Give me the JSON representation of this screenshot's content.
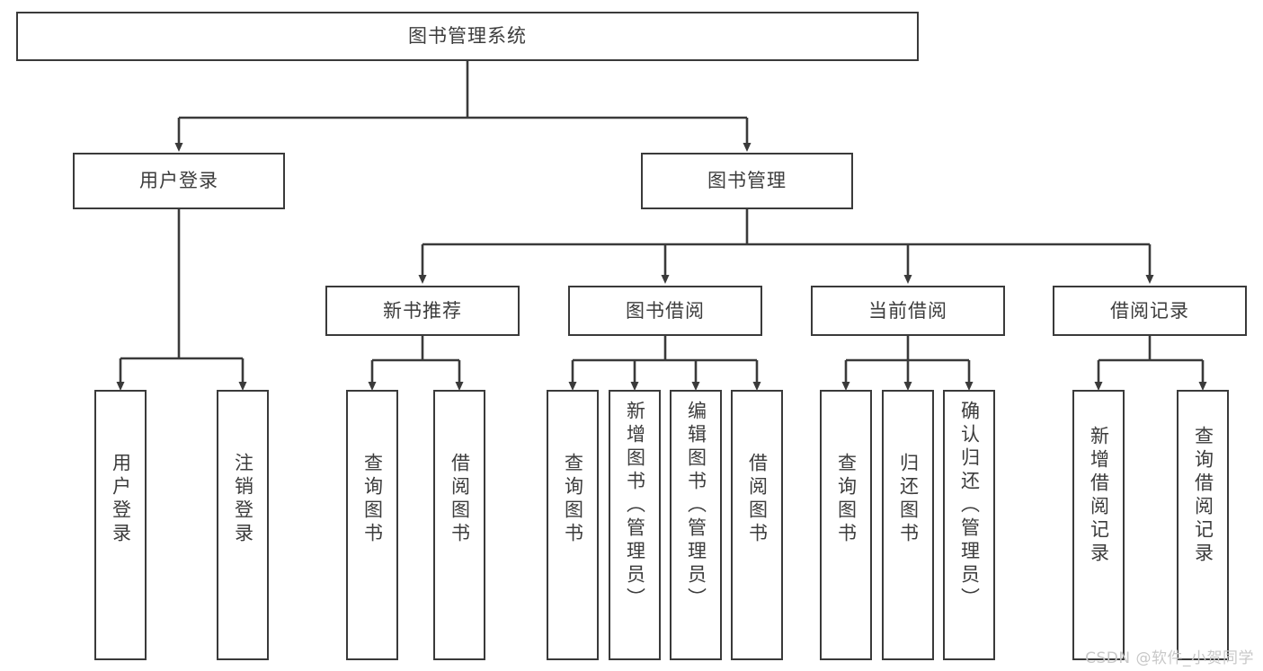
{
  "diagram": {
    "type": "tree",
    "title": "图书管理系统",
    "orientation": "top-down",
    "colors": {
      "box_border": "#3a3a3a",
      "box_fill": "#ffffff",
      "connector": "#3a3a3a",
      "text": "#3c3c3c",
      "watermark": "#c8c8c8",
      "background": "#ffffff"
    },
    "root": {
      "id": "root",
      "label": "图书管理系统"
    },
    "level2": [
      {
        "id": "user-login",
        "label": "用户登录"
      },
      {
        "id": "book-manage",
        "label": "图书管理"
      }
    ],
    "level3": [
      {
        "id": "new-book-recommend",
        "label": "新书推荐",
        "parent": "book-manage"
      },
      {
        "id": "book-borrow",
        "label": "图书借阅",
        "parent": "book-manage"
      },
      {
        "id": "current-borrow",
        "label": "当前借阅",
        "parent": "book-manage"
      },
      {
        "id": "borrow-record",
        "label": "借阅记录",
        "parent": "book-manage"
      }
    ],
    "leaves": {
      "user-login": [
        {
          "id": "leaf-user-login",
          "label": "用户登录"
        },
        {
          "id": "leaf-user-logout",
          "label": "注销登录"
        }
      ],
      "new-book-recommend": [
        {
          "id": "leaf-query-book-1",
          "label": "查询图书"
        },
        {
          "id": "leaf-borrow-book-1",
          "label": "借阅图书"
        }
      ],
      "book-borrow": [
        {
          "id": "leaf-query-book-2",
          "label": "查询图书"
        },
        {
          "id": "leaf-add-book",
          "label": "新增图书（管理员）"
        },
        {
          "id": "leaf-edit-book",
          "label": "编辑图书（管理员）"
        },
        {
          "id": "leaf-borrow-book-2",
          "label": "借阅图书"
        }
      ],
      "current-borrow": [
        {
          "id": "leaf-query-book-3",
          "label": "查询图书"
        },
        {
          "id": "leaf-return-book",
          "label": "归还图书"
        },
        {
          "id": "leaf-confirm-return",
          "label": "确认归还（管理员）"
        }
      ],
      "borrow-record": [
        {
          "id": "leaf-add-record",
          "label": "新增借阅记录"
        },
        {
          "id": "leaf-query-record",
          "label": "查询借阅记录"
        }
      ]
    }
  },
  "watermark": {
    "text": "CSDN @软件_小贺同学"
  }
}
